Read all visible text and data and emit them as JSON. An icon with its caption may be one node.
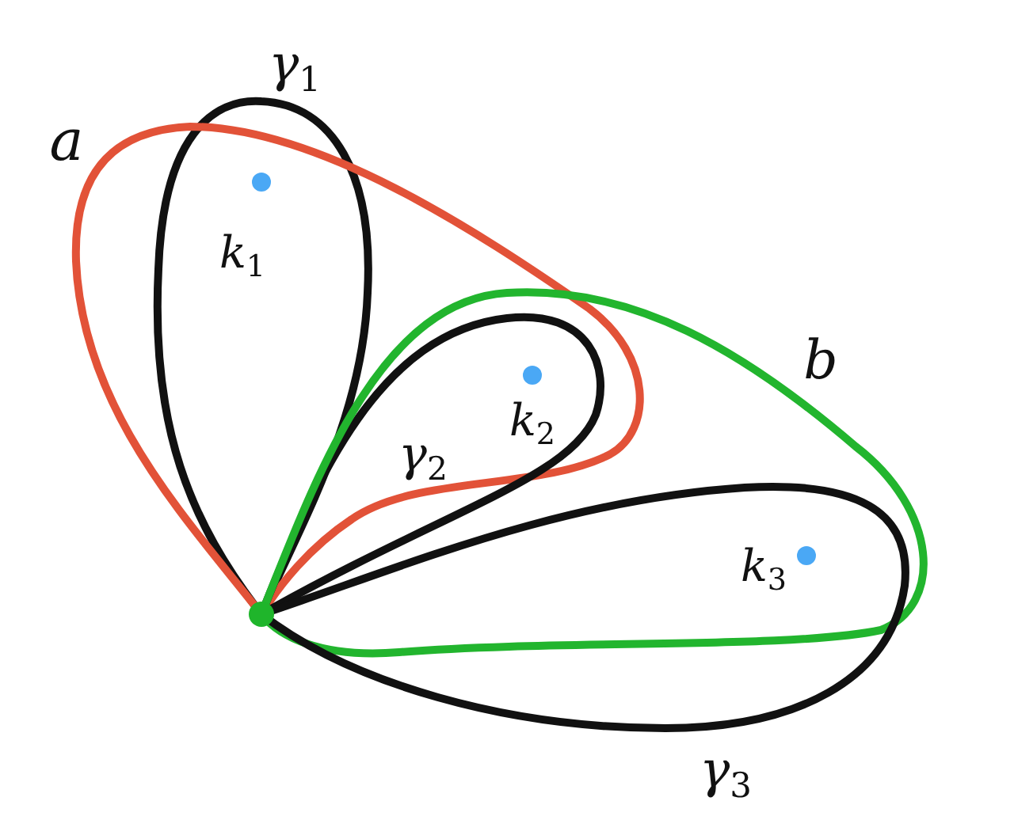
{
  "diagram": {
    "labels": [
      "γ$_{1}$",
      "a",
      "k$_{1}$",
      "b",
      "k$_{2}$",
      "γ$_{2}$",
      "k$_{3}$",
      "γ$_{3}$"
    ]
  }
}
